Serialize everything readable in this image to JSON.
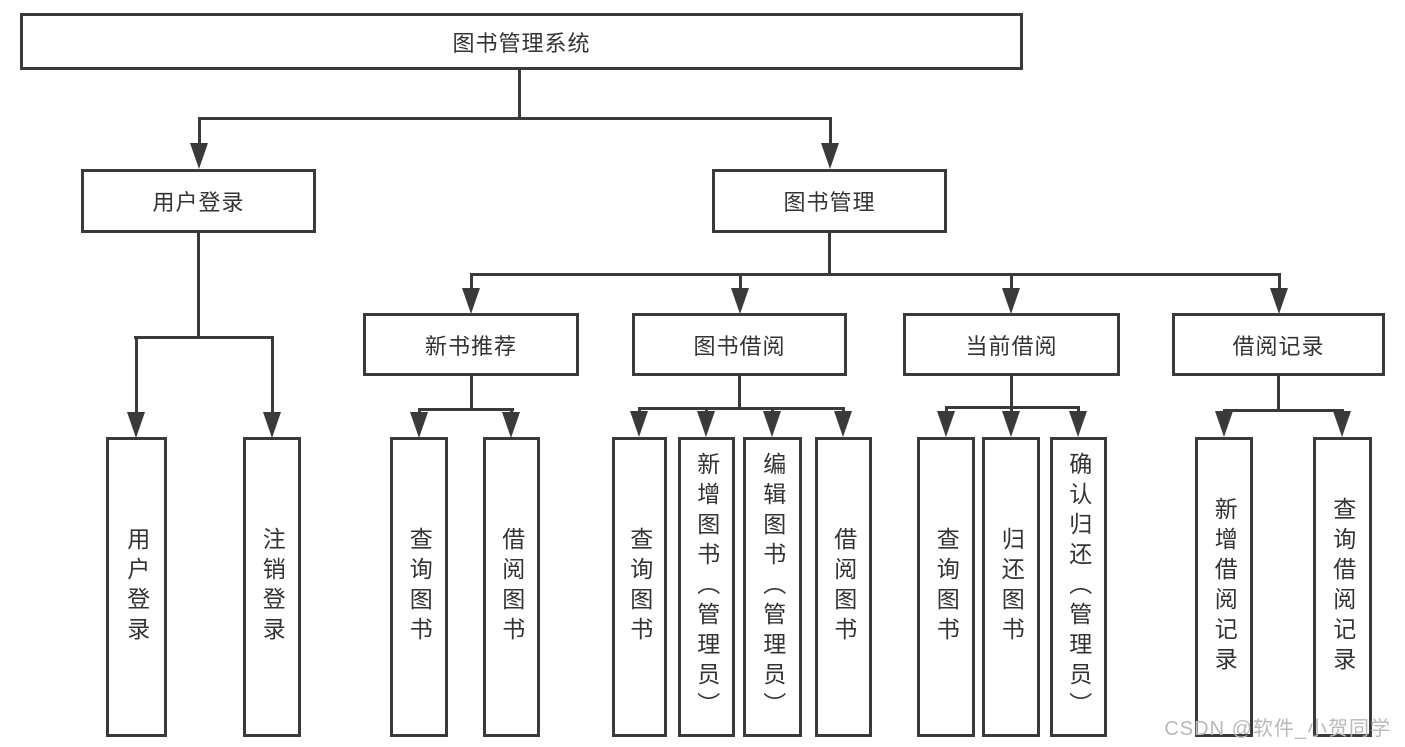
{
  "diagram": {
    "root": {
      "label": "图书管理系统"
    },
    "level2": [
      {
        "id": "user-login",
        "label": "用户登录"
      },
      {
        "id": "book-management",
        "label": "图书管理"
      }
    ],
    "level3": [
      {
        "id": "new-book-recommend",
        "label": "新书推荐"
      },
      {
        "id": "book-borrow",
        "label": "图书借阅"
      },
      {
        "id": "current-borrow",
        "label": "当前借阅"
      },
      {
        "id": "borrow-records",
        "label": "借阅记录"
      }
    ],
    "leaves": [
      {
        "group": "user-login",
        "label": "用户登录"
      },
      {
        "group": "user-login",
        "label": "注销登录"
      },
      {
        "group": "new-book-recommend",
        "label": "查询图书"
      },
      {
        "group": "new-book-recommend",
        "label": "借阅图书"
      },
      {
        "group": "book-borrow",
        "label": "查询图书"
      },
      {
        "group": "book-borrow",
        "label": "新增图书（管理员）"
      },
      {
        "group": "book-borrow",
        "label": "编辑图书（管理员）"
      },
      {
        "group": "book-borrow",
        "label": "借阅图书"
      },
      {
        "group": "current-borrow",
        "label": "查询图书"
      },
      {
        "group": "current-borrow",
        "label": "归还图书"
      },
      {
        "group": "current-borrow",
        "label": "确认归还（管理员）"
      },
      {
        "group": "borrow-records",
        "label": "新增借阅记录"
      },
      {
        "group": "borrow-records",
        "label": "查询借阅记录"
      }
    ]
  },
  "watermark": {
    "text": "CSDN @软件_小贺同学"
  },
  "colors": {
    "line": "#3a3a3a",
    "text": "#333333",
    "watermark": "#b9b9b9"
  }
}
